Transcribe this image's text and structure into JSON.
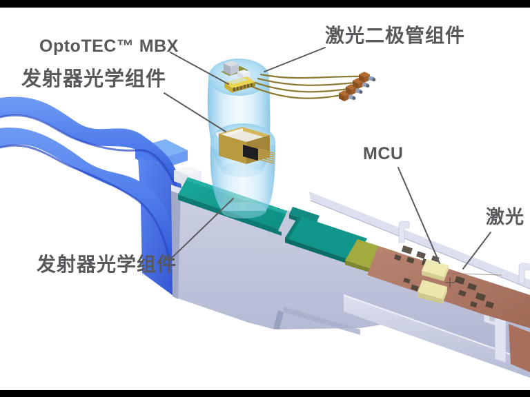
{
  "diagram": {
    "labels": {
      "optotec": "OptoTEC™ MBX",
      "tx_optics_top": "发射器光学组件",
      "laser_diode": "激光二极管组件",
      "mcu": "MCU",
      "laser_truncated": "激光",
      "tx_optics_bottom": "发射器光学组件"
    },
    "colors": {
      "label_text": "#57585b",
      "leader_line": "#595a5e",
      "cable_blue": "#4d7bea",
      "connector_blue_light": "#7fb1f7",
      "housing_gray": "#c6cadd",
      "optics_teal": "#14988d",
      "pcb_olive": "#a3ab3f",
      "pcb_copper": "#b27e6a",
      "chip_cream": "#efeab2",
      "chip_dark": "#4a4035",
      "tec_gold": "#ead44f",
      "diode_brown": "#8a4f1f",
      "wire_gold": "#8d7b36",
      "spotlight_blue": "#9fd4ef",
      "letterbox": "#000000",
      "background": "#ffffff"
    },
    "components": [
      "fiber-ribbon",
      "cable-connector",
      "module-housing",
      "transmitter-optics-block",
      "laser-driver-pcb",
      "mcu-chip",
      "laser-chip",
      "optotec-tec-assembly",
      "transmitter-optics-package",
      "laser-diode-assembly",
      "spotlight-beam"
    ]
  }
}
